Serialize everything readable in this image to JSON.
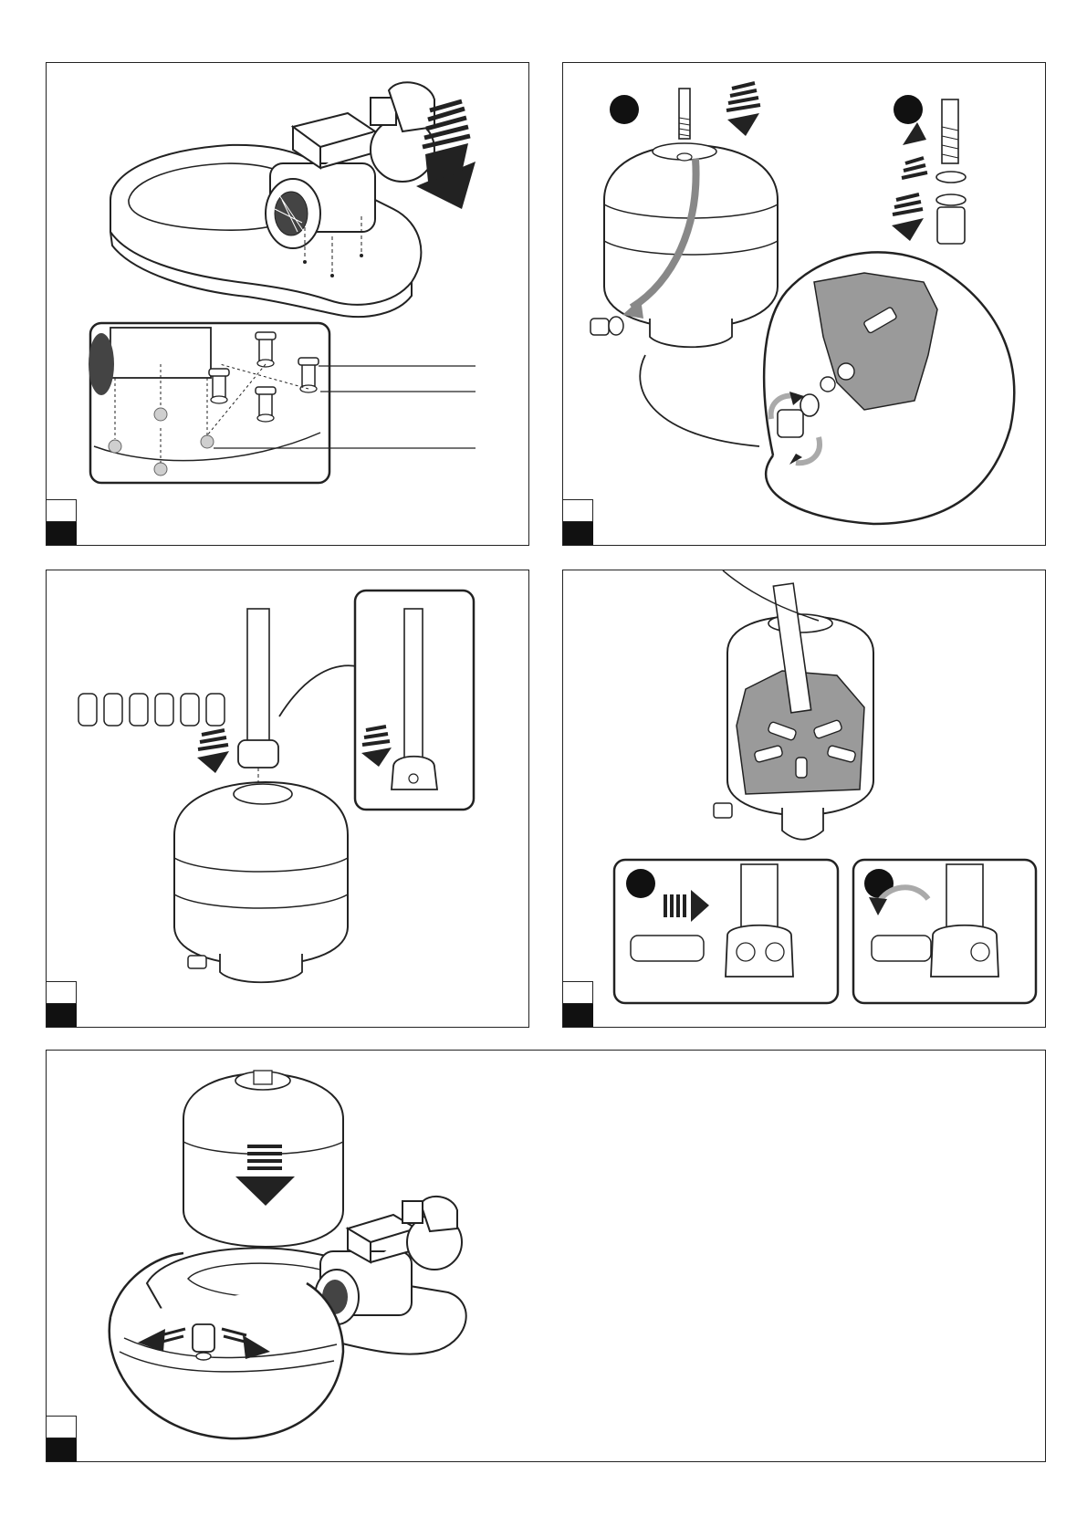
{
  "page": {
    "title": "",
    "panels": [
      {
        "id": "panel-1",
        "step_label": "",
        "step_number": "",
        "callouts": [
          "",
          "",
          ""
        ]
      },
      {
        "id": "panel-2",
        "step_label": "",
        "step_number": "",
        "markers": [
          "",
          "",
          ""
        ]
      },
      {
        "id": "panel-3",
        "step_label": "",
        "step_number": ""
      },
      {
        "id": "panel-4",
        "step_label": "",
        "step_number": "",
        "markers": [
          "",
          ""
        ]
      },
      {
        "id": "panel-5",
        "step_label": "",
        "step_number": ""
      }
    ]
  },
  "colors": {
    "line": "#222222",
    "fill_dark": "#111111",
    "fill_gray": "#9a9a9a",
    "fill_light_gray": "#cfcfcf",
    "background": "#ffffff"
  },
  "icons": [
    "down-arrow-icon",
    "up-arrow-icon",
    "right-arrow-icon",
    "rotate-arrow-icon",
    "step-marker-icon"
  ]
}
